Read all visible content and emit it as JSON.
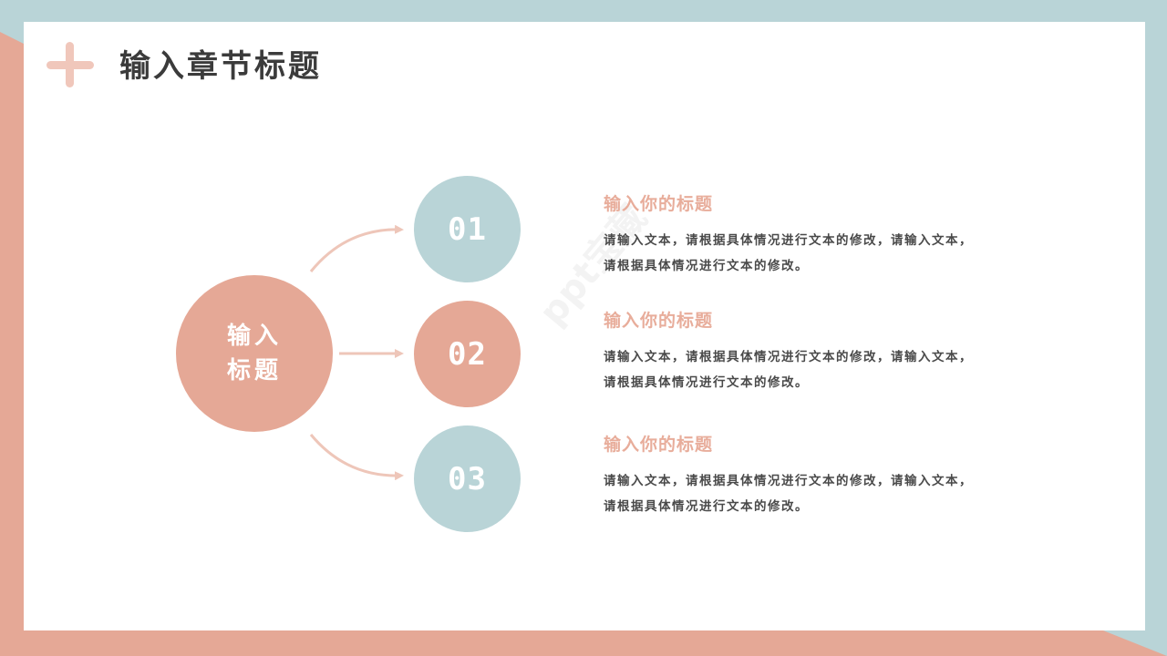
{
  "slide": {
    "title": "输入章节标题",
    "colors": {
      "teal": "#b9d4d7",
      "salmon": "#e5a896",
      "plus": "#f0c7bb",
      "item_title": "#e8ad9b",
      "text_dark": "#3b3b3b"
    }
  },
  "center_node": {
    "line1": "输入",
    "line2": "标题"
  },
  "items": [
    {
      "number": "01",
      "title": "输入你的标题",
      "desc_line1": "请输入文本，请根据具体情况进行文本的修改，请输入文本，",
      "desc_line2": "请根据具体情况进行文本的修改。"
    },
    {
      "number": "02",
      "title": "输入你的标题",
      "desc_line1": "请输入文本，请根据具体情况进行文本的修改，请输入文本，",
      "desc_line2": "请根据具体情况进行文本的修改。"
    },
    {
      "number": "03",
      "title": "输入你的标题",
      "desc_line1": "请输入文本，请根据具体情况进行文本的修改，请输入文本，",
      "desc_line2": "请根据具体情况进行文本的修改。"
    }
  ],
  "watermark": "ppt宝藏"
}
